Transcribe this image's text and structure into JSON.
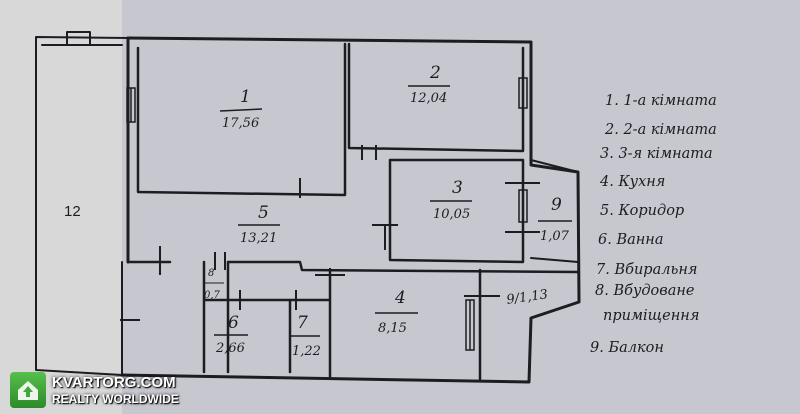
{
  "balcony_label": "12",
  "rooms": [
    {
      "num": "1",
      "area": "17,56"
    },
    {
      "num": "2",
      "area": "12,04"
    },
    {
      "num": "3",
      "area": "10,05"
    },
    {
      "num": "4",
      "area": "8,15"
    },
    {
      "num": "5",
      "area": "13,21"
    },
    {
      "num": "6",
      "area": "2,66"
    },
    {
      "num": "7",
      "area": "1,22"
    },
    {
      "num": "8",
      "area": "0,7"
    },
    {
      "num": "9",
      "area": "1,07"
    }
  ],
  "extra_label": "9/1,13",
  "legend": [
    "1. 1-а кімната",
    "2. 2-а кімната",
    "3. 3-я кімната",
    "4. Кухня",
    "5. Коридор",
    "6. Ванна",
    "7. Вбиральня",
    "8. Вбудоване",
    "приміщення",
    "9. Балкон"
  ],
  "watermark": {
    "brand": "KVARTORG.COM",
    "slogan": "REALTY WORLDWIDE"
  },
  "colors": {
    "paper": "#c7c8cf",
    "balcony_strip": "#d8d8d8",
    "ink": "#1c1c22",
    "logo_green": "#3fa83a"
  },
  "icons": {
    "logo": "house-upload-icon"
  }
}
